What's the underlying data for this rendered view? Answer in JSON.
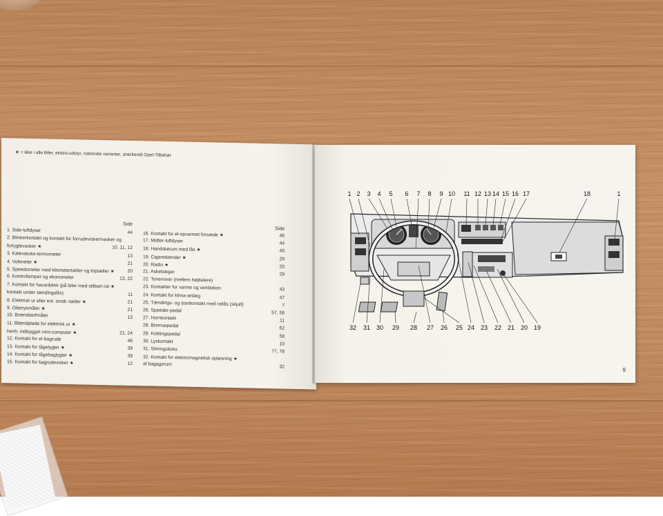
{
  "left_page": {
    "footnote": "★ = ikke i alle Biler, ekstra-udstyr, nationale varianter, anerkendt Opel-Tilbehør",
    "col_header_left": "Side",
    "col_header_right": "Side",
    "items_left": [
      {
        "label": "1. Side-luftdyser",
        "page": "44"
      },
      {
        "label": "2. Blinkerkontakt og kontakt for forrudevisker/vasker og",
        "page": ""
      },
      {
        "label": "forlygtevasker ★",
        "page": "10, 11, 12"
      },
      {
        "label": "3. Kølevæske-termometer",
        "page": "13"
      },
      {
        "label": "4. Voltmeter ★",
        "page": "21"
      },
      {
        "label": "5. Speedometer med kilometertæller og triptæller ★",
        "page": "20"
      },
      {
        "label": "6. Kontrollamper og ekonometer",
        "page": "13, 22"
      },
      {
        "label": "7. Kontakt for havariblink (på biler med stilbart rat ★",
        "page": ""
      },
      {
        "label": "kontakt under tændingslås)",
        "page": "11"
      },
      {
        "label": "8. Elektrisk ur eller evt. omdr.-tæller ★",
        "page": "21"
      },
      {
        "label": "9. Olietrykmåler ★",
        "page": "21"
      },
      {
        "label": "10. Brændstofmåler",
        "page": "13"
      },
      {
        "label": "11. Blændplade for elektrisk ur ★",
        "page": ""
      },
      {
        "label": "henh. indbygget mini-computer ★",
        "page": "21, 24"
      },
      {
        "label": "12. Kontakt for el-bagrude",
        "page": "46"
      },
      {
        "label": "13. Kontakt for tågelygter ★",
        "page": "39"
      },
      {
        "label": "14. Kontakt for tågebaglygter ★",
        "page": "39"
      },
      {
        "label": "15. Kontakt for bagrudevisker ★",
        "page": "12"
      }
    ],
    "items_right": [
      {
        "label": "16. Kontakt for el-opvarmet forsæde ★",
        "page": "46"
      },
      {
        "label": "17. Midter-luftdyser",
        "page": "44"
      },
      {
        "label": "18. Handskerum med lås ★",
        "page": "40"
      },
      {
        "label": "19. Cigarettænder ★",
        "page": "29"
      },
      {
        "label": "20. Radio ★",
        "page": "20"
      },
      {
        "label": "21. Askebæger",
        "page": "29"
      },
      {
        "label": "22. Tonemixer (mellem højttalere)",
        "page": ""
      },
      {
        "label": "23. Kontakter for varme og ventilation",
        "page": "43"
      },
      {
        "label": "24. Kontakt for klima-anlæg",
        "page": "47"
      },
      {
        "label": "25. Tændings- og startkontakt med ratlås (skjult)",
        "page": "7"
      },
      {
        "label": "26. Speeder-pedal",
        "page": "57, 58"
      },
      {
        "label": "27. Hornkontakt",
        "page": "11"
      },
      {
        "label": "28. Bremsepedal",
        "page": "62"
      },
      {
        "label": "29. Koblingspedal",
        "page": "58"
      },
      {
        "label": "30. Lyskontakt",
        "page": "10"
      },
      {
        "label": "31. Sikringsboks",
        "page": "77, 78"
      },
      {
        "label": "32. Kontakt for elektromagnetisk opløsning ★",
        "page": ""
      },
      {
        "label": "af bagagerum",
        "page": "32"
      }
    ]
  },
  "right_page": {
    "page_number": "9",
    "top_labels": [
      "1",
      "2",
      "3",
      "4",
      "5",
      "6",
      "7",
      "8",
      "9",
      "10",
      "11",
      "12",
      "13",
      "14",
      "15",
      "16",
      "17",
      "18",
      "1"
    ],
    "bottom_labels": [
      "32",
      "31",
      "30",
      "29",
      "28",
      "27",
      "26",
      "25",
      "24",
      "23",
      "22",
      "21",
      "20",
      "19"
    ]
  }
}
